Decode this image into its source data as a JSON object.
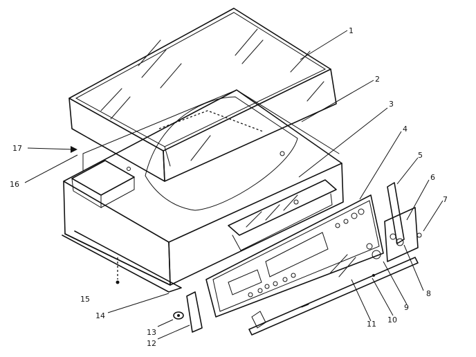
{
  "diagram": {
    "callouts": [
      {
        "id": "c1",
        "text": "1"
      },
      {
        "id": "c2",
        "text": "2"
      },
      {
        "id": "c3",
        "text": "3"
      },
      {
        "id": "c4",
        "text": "4"
      },
      {
        "id": "c5",
        "text": "5"
      },
      {
        "id": "c6",
        "text": "6"
      },
      {
        "id": "c7",
        "text": "7"
      },
      {
        "id": "c8",
        "text": "8"
      },
      {
        "id": "c9",
        "text": "9"
      },
      {
        "id": "c10",
        "text": "10"
      },
      {
        "id": "c11",
        "text": "11"
      },
      {
        "id": "c12",
        "text": "12"
      },
      {
        "id": "c13",
        "text": "13"
      },
      {
        "id": "c14",
        "text": "14"
      },
      {
        "id": "c15",
        "text": "15"
      },
      {
        "id": "c16",
        "text": "16"
      },
      {
        "id": "c17",
        "text": "17"
      }
    ]
  }
}
